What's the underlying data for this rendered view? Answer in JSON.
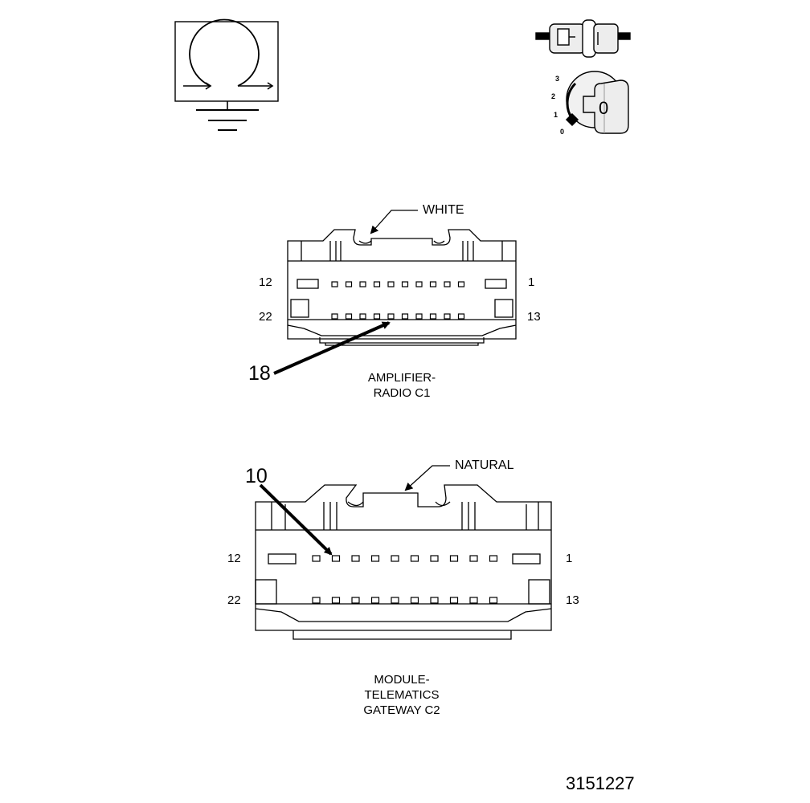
{
  "icons": {
    "ground_symbol": "ground-icon",
    "connector_symbol": "inline-connector-icon",
    "key_switch_symbol": "ignition-key-icon"
  },
  "key_switch": {
    "positions": [
      "3",
      "2",
      "1",
      "0"
    ],
    "key_label": "0"
  },
  "connector_c1": {
    "color_label": "WHITE",
    "pin_top_left": "12",
    "pin_top_right": "1",
    "pin_bottom_left": "22",
    "pin_bottom_right": "13",
    "callout_pin": "18",
    "caption_line1": "AMPLIFIER-",
    "caption_line2": "RADIO C1"
  },
  "connector_c2": {
    "color_label": "NATURAL",
    "pin_top_left": "12",
    "pin_top_right": "1",
    "pin_bottom_left": "22",
    "pin_bottom_right": "13",
    "callout_pin": "10",
    "caption_line1": "MODULE-",
    "caption_line2": "TELEMATICS",
    "caption_line3": "GATEWAY C2"
  },
  "figure_number": "3151227",
  "colors": {
    "ink": "#000000",
    "paper": "#ffffff",
    "fill_gray": "#e8e8e8"
  }
}
